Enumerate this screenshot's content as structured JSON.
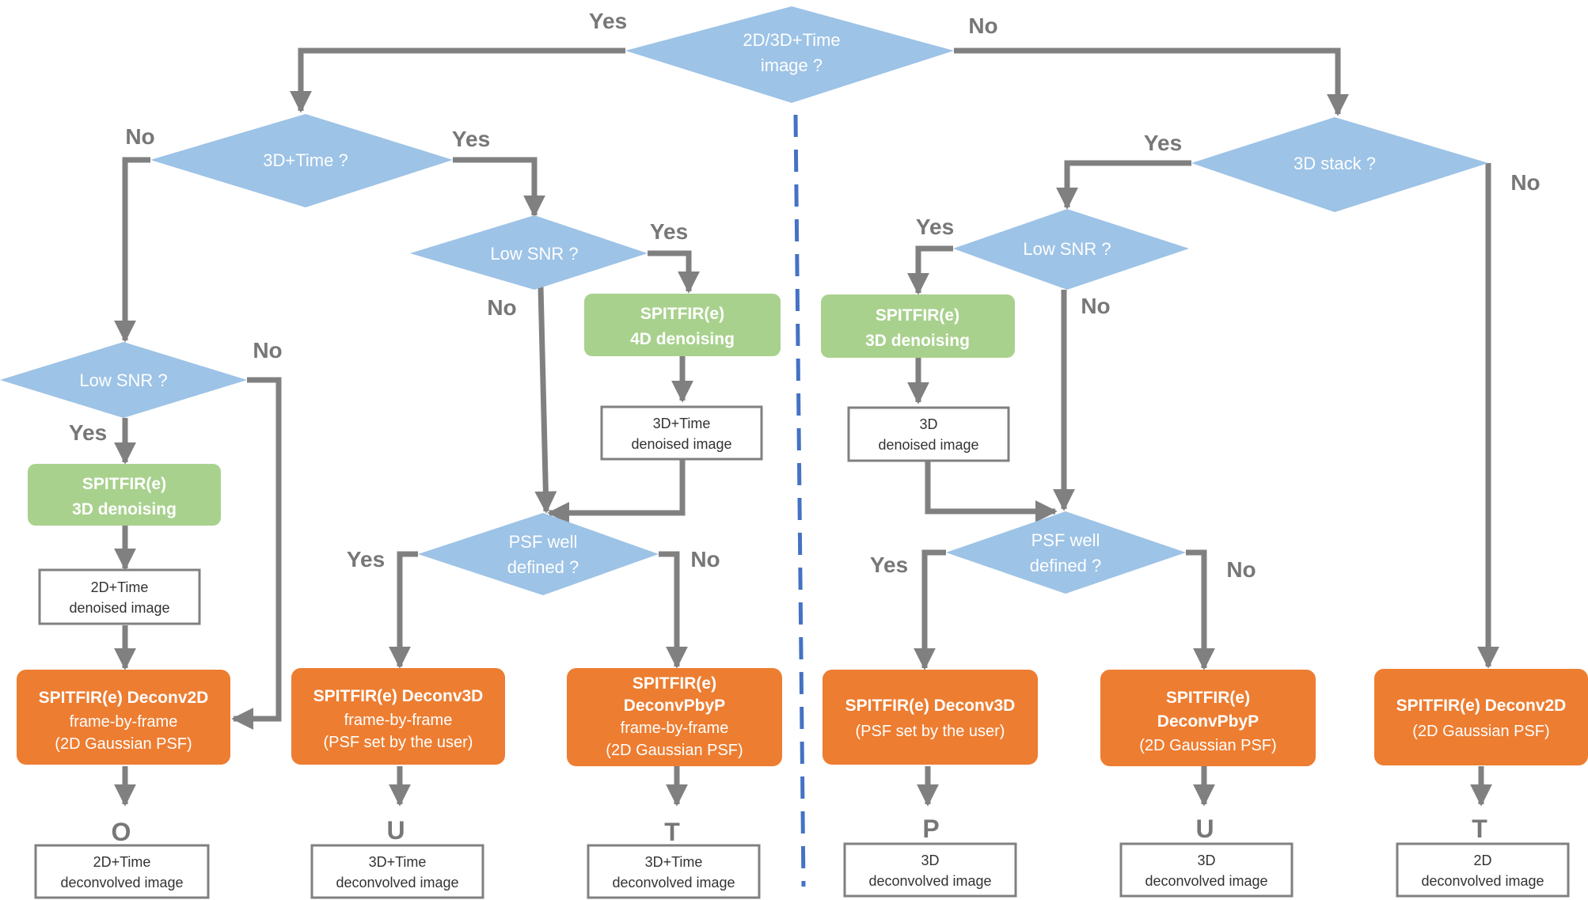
{
  "decisions": {
    "top": [
      "2D/3D+Time",
      "image ?"
    ],
    "time3d": [
      "3D+Time ?"
    ],
    "stack3d": [
      "3D stack ?"
    ],
    "snr_left": [
      "Low SNR ?"
    ],
    "snr_mid": [
      "Low SNR ?"
    ],
    "snr_right": [
      "Low SNR ?"
    ],
    "psf_mid": [
      "PSF well",
      "defined ?"
    ],
    "psf_right": [
      "PSF well",
      "defined ?"
    ]
  },
  "denoise": {
    "d3_left": [
      "SPITFIR(e)",
      "3D denoising"
    ],
    "d4_mid": [
      "SPITFIR(e)",
      "4D denoising"
    ],
    "d3_right": [
      "SPITFIR(e)",
      "3D denoising"
    ]
  },
  "intermediate": {
    "i_left": [
      "2D+Time",
      "denoised image"
    ],
    "i_mid": [
      "3D+Time",
      "denoised image"
    ],
    "i_right": [
      "3D",
      "denoised image"
    ]
  },
  "methods": {
    "m1": {
      "title": [
        "SPITFIR(e) Deconv2D"
      ],
      "sub": [
        "frame-by-frame",
        "(2D Gaussian PSF)"
      ]
    },
    "m2": {
      "title": [
        "SPITFIR(e) Deconv3D"
      ],
      "sub": [
        "frame-by-frame",
        "(PSF set by the user)"
      ]
    },
    "m3": {
      "title": [
        "SPITFIR(e)",
        "DeconvPbyP"
      ],
      "sub": [
        "frame-by-frame",
        "(2D Gaussian PSF)"
      ]
    },
    "m4": {
      "title": [
        "SPITFIR(e) Deconv3D"
      ],
      "sub": [
        "(PSF set by the user)"
      ]
    },
    "m5": {
      "title": [
        "SPITFIR(e)",
        "DeconvPbyP"
      ],
      "sub": [
        "(2D Gaussian PSF)"
      ]
    },
    "m6": {
      "title": [
        "SPITFIR(e) Deconv2D"
      ],
      "sub": [
        "(2D Gaussian PSF)"
      ]
    }
  },
  "codes": {
    "c1": "O",
    "c2": "U",
    "c3": "T",
    "c4": "P",
    "c5": "U",
    "c6": "T"
  },
  "outputs": {
    "o1": [
      "2D+Time",
      "deconvolved image"
    ],
    "o2": [
      "3D+Time",
      "deconvolved image"
    ],
    "o3": [
      "3D+Time",
      "deconvolved image"
    ],
    "o4": [
      "3D",
      "deconvolved image"
    ],
    "o5": [
      "3D",
      "deconvolved image"
    ],
    "o6": [
      "2D",
      "deconvolved image"
    ]
  },
  "labels": {
    "yes_top": "Yes",
    "no_top": "No",
    "no_time3d": "No",
    "yes_time3d": "Yes",
    "yes_stack": "Yes",
    "no_stack": "No",
    "no_snr_left": "No",
    "yes_snr_left": "Yes",
    "yes_snr_mid": "Yes",
    "no_snr_mid": "No",
    "yes_snr_right": "Yes",
    "no_snr_right": "No",
    "yes_psf_mid": "Yes",
    "no_psf_mid": "No",
    "yes_psf_right": "Yes",
    "no_psf_right": "No"
  },
  "colors": {
    "decision": "#9DC3E6",
    "denoise": "#A9D18E",
    "method": "#ED7D31",
    "arrow": "#808080",
    "box_border": "#808080",
    "separator": "#4472C4"
  }
}
